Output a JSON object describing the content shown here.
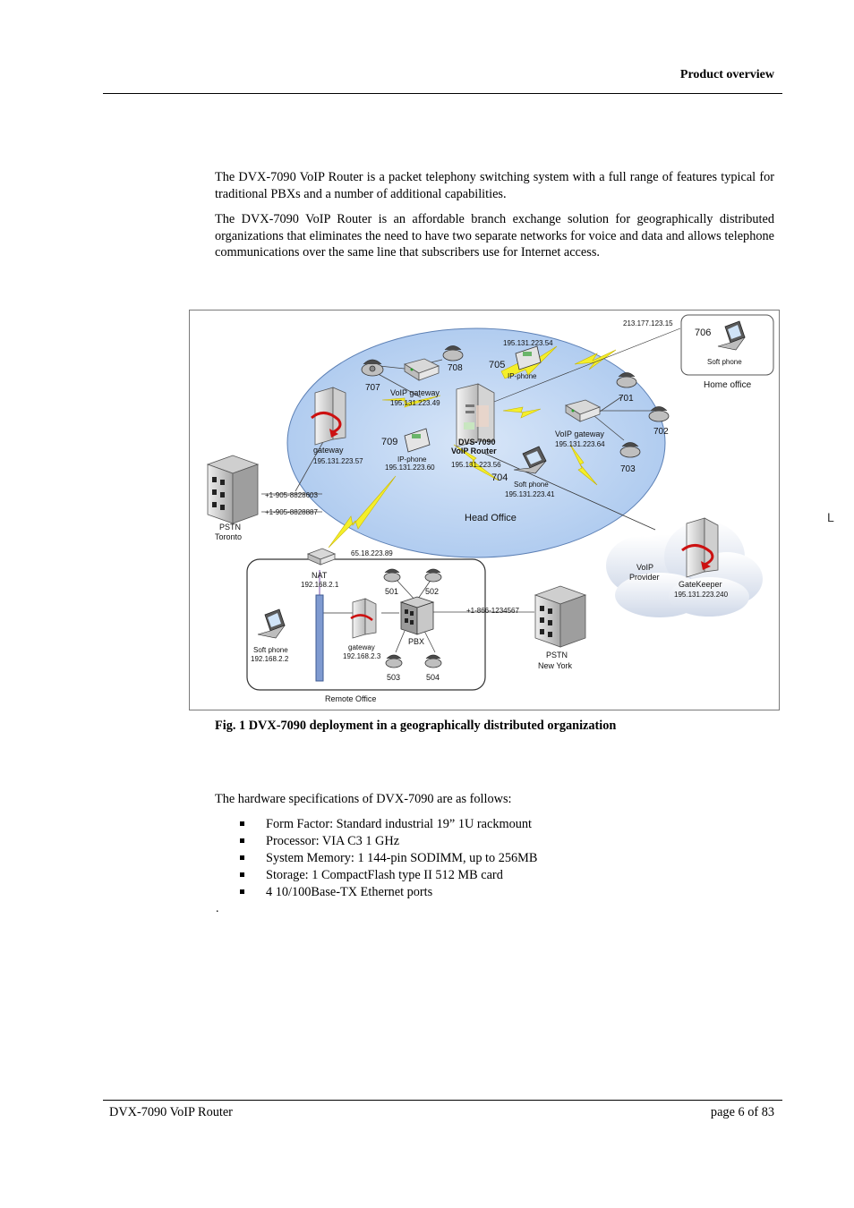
{
  "header": {
    "section_title": "Product overview"
  },
  "intro": {
    "paragraph1": "The DVX-7090 VoIP Router is a packet telephony switching system with a full range of features typical for traditional PBXs and a number of additional capabilities.",
    "paragraph2": "The DVX-7090 VoIP Router is an affordable branch exchange solution for geographically distributed organizations that eliminates the need to have two separate networks for voice and data and allows telephone communications over the same line that subscribers use for Internet access."
  },
  "diagram": {
    "head_office": {
      "label": "Head Office",
      "router_label_1": "DVS-7090",
      "router_label_2": "VoIP Router",
      "router_ip": "195.131.223.56",
      "gateway_left_label": "gateway",
      "gateway_left_ip": "195.131.223.57",
      "voip_gw1_label": "VoIP gateway",
      "voip_gw1_ip": "195.131.223.49",
      "voip_gw2_label": "VoIP gateway",
      "voip_gw2_ip": "195.131.223.64",
      "ipphone1_num": "705",
      "ipphone1_label": "IP-phone",
      "ipphone1_ip": "195.131.223.54",
      "ipphone2_num": "709",
      "ipphone2_label": "IP-phone",
      "ipphone2_ip": "195.131.223.60",
      "softphone_num": "704",
      "softphone_label": "Soft phone",
      "softphone_ip": "195.131.223.41",
      "ext_707": "707",
      "ext_708": "708",
      "ext_701": "701",
      "ext_702": "702",
      "ext_703": "703"
    },
    "home_office": {
      "label": "Home office",
      "ip": "213.177.123.15",
      "ext": "706",
      "device": "Soft phone"
    },
    "pstn_toronto": {
      "label1": "PSTN",
      "label2": "Toronto",
      "number1": "+1-905-8828603",
      "number2": "+1-905-8828887"
    },
    "voip_provider": {
      "label1": "VoIP",
      "label2": "Provider",
      "gatekeeper": "GateKeeper",
      "ip": "195.131.223.240"
    },
    "remote_office": {
      "label": "Remote Office",
      "nat_label": "NAT",
      "nat_ip_public": "65.18.223.89",
      "nat_ip_local": "192.168.2.1",
      "softphone_label": "Soft phone",
      "softphone_ip": "192.168.2.2",
      "gateway_label": "gateway",
      "gateway_ip": "192.168.2.3",
      "pbx_label": "PBX",
      "ext_501": "501",
      "ext_502": "502",
      "ext_503": "503",
      "ext_504": "504"
    },
    "pstn_newyork": {
      "label1": "PSTN",
      "label2": "New York",
      "number": "+1-866-1234567"
    }
  },
  "caption": "Fig. 1 DVX-7090 deployment in a geographically distributed organization",
  "specs": {
    "intro": "The hardware specifications of DVX-7090 are as follows:",
    "items": [
      "Form Factor: Standard industrial 19” 1U rackmount",
      "Processor: VIA C3 1 GHz",
      "System Memory: 1 144-pin SODIMM, up to 256MB",
      "Storage: 1 CompactFlash type II 512 MB card",
      "4 10/100Base-TX Ethernet ports"
    ],
    "trailing_dot": "."
  },
  "edge_mark": "L",
  "footer": {
    "product": "DVX-7090 VoIP Router",
    "page": "page 6 of 83"
  }
}
